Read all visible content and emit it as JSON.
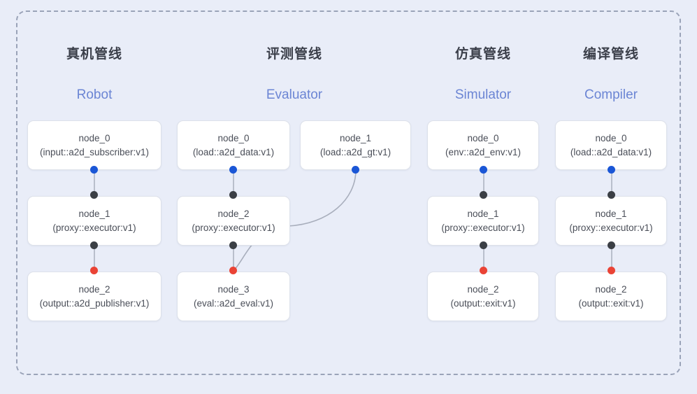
{
  "diagram": {
    "background_color": "#e9edf8",
    "container_border_color": "#9aa3b8",
    "port_colors": {
      "input": "#3b3f45",
      "output": "#1a56d6",
      "terminal": "#ea4335"
    },
    "accent_color": "#6b85d4",
    "columns": [
      {
        "id": "robot",
        "title_cn": "真机管线",
        "title_en": "Robot",
        "nodes": [
          {
            "name": "node_0",
            "kind": "(input::a2d_subscriber:v1)"
          },
          {
            "name": "node_1",
            "kind": "(proxy::executor:v1)"
          },
          {
            "name": "node_2",
            "kind": "(output::a2d_publisher:v1)"
          }
        ]
      },
      {
        "id": "evaluator",
        "title_cn": "评测管线",
        "title_en": "Evaluator",
        "nodes": [
          {
            "name": "node_0",
            "kind": "(load::a2d_data:v1)"
          },
          {
            "name": "node_1",
            "kind": "(load::a2d_gt:v1)"
          },
          {
            "name": "node_2",
            "kind": "(proxy::executor:v1)"
          },
          {
            "name": "node_3",
            "kind": "(eval::a2d_eval:v1)"
          }
        ]
      },
      {
        "id": "simulator",
        "title_cn": "仿真管线",
        "title_en": "Simulator",
        "nodes": [
          {
            "name": "node_0",
            "kind": "(env::a2d_env:v1)"
          },
          {
            "name": "node_1",
            "kind": "(proxy::executor:v1)"
          },
          {
            "name": "node_2",
            "kind": "(output::exit:v1)"
          }
        ]
      },
      {
        "id": "compiler",
        "title_cn": "编译管线",
        "title_en": "Compiler",
        "nodes": [
          {
            "name": "node_0",
            "kind": "(load::a2d_data:v1)"
          },
          {
            "name": "node_1",
            "kind": "(proxy::executor:v1)"
          },
          {
            "name": "node_2",
            "kind": "(output::exit:v1)"
          }
        ]
      }
    ]
  }
}
